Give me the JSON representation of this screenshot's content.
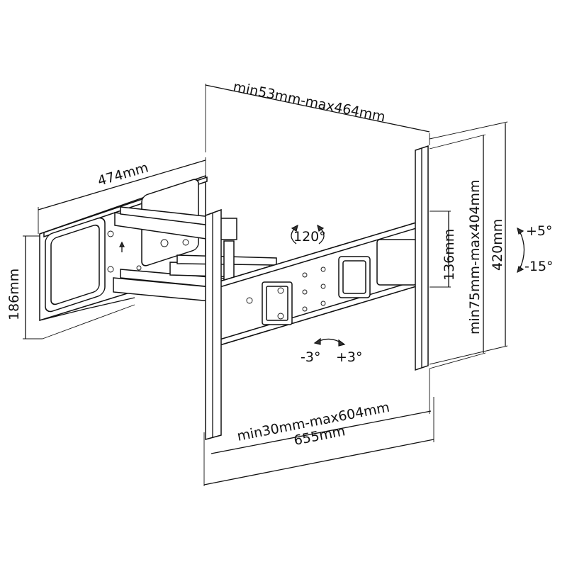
{
  "dimensions": {
    "depth": "min53mm-max464mm",
    "arm_length": "474mm",
    "wall_plate_height": "186mm",
    "small_vertical": "136mm",
    "vesa_vertical": "min75mm-max404mm",
    "total_height": "420mm",
    "vesa_horizontal": "min30mm-max604mm",
    "total_width": "655mm"
  },
  "angles": {
    "swivel": "120°",
    "tilt_up": "+5°",
    "tilt_down": "-15°",
    "rotate_left": "-3°",
    "rotate_right": "+3°"
  }
}
